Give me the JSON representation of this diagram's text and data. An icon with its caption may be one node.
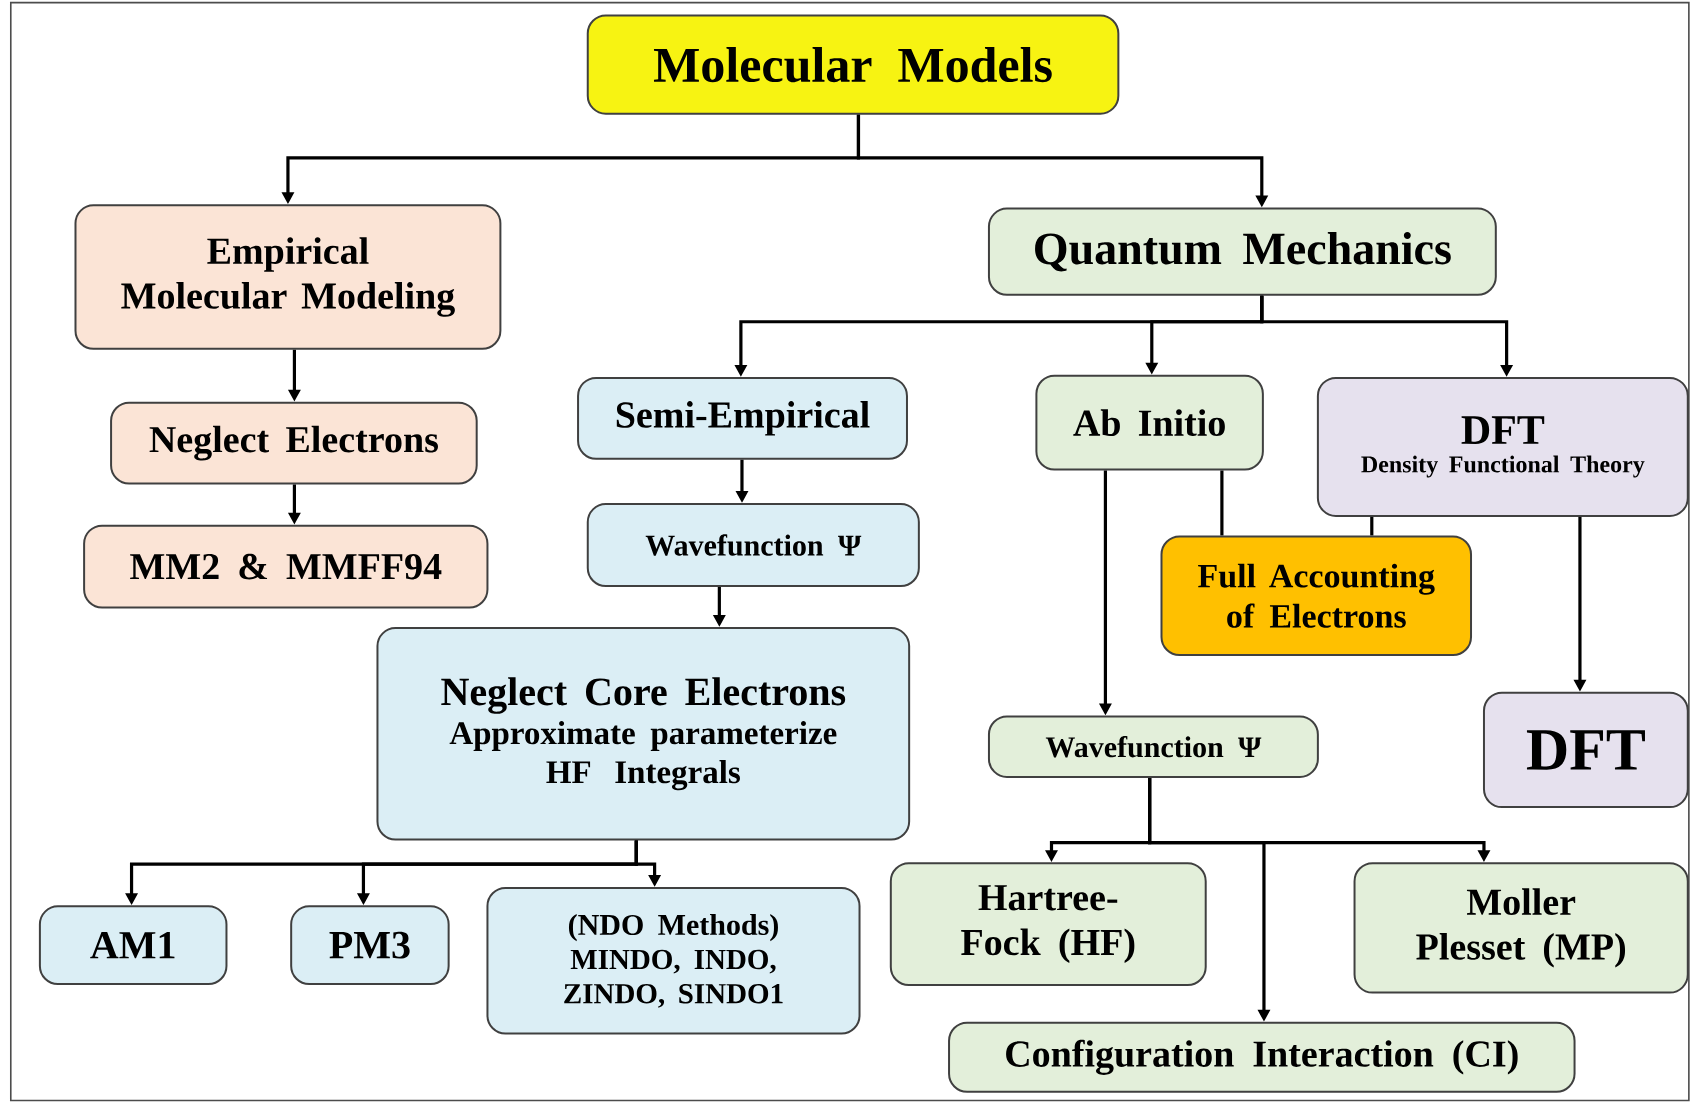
{
  "diagram": {
    "nodes": [
      {
        "text": [
          "Molecular Models"
        ]
      },
      {
        "text": [
          "Empirical Molecular Modeling"
        ]
      },
      {
        "text": [
          "Quantum Mechanics"
        ]
      },
      {
        "text": [
          "Neglect Electrons"
        ]
      },
      {
        "text": [
          "MM2 & MMFF94"
        ]
      },
      {
        "text": [
          "Semi-Empirical"
        ]
      },
      {
        "text": [
          "Ab Initio"
        ]
      },
      {
        "text": [
          "DFT",
          "Density Functional Theory"
        ]
      },
      {
        "text": [
          "Wavefunction Ψ"
        ]
      },
      {
        "text": [
          "Full Accounting of Electrons"
        ]
      },
      {
        "text": [
          "Neglect Core Electrons",
          "Approximate parameterize HF Integrals"
        ]
      },
      {
        "text": [
          "Wavefunction Ψ"
        ]
      },
      {
        "text": [
          "DFT"
        ]
      },
      {
        "text": [
          "AM1"
        ]
      },
      {
        "text": [
          "PM3"
        ]
      },
      {
        "text": [
          "(NDO Methods)",
          "MINDO, INDO, ZINDO, SINDO1"
        ]
      },
      {
        "text": [
          "Hartree-Fock (HF)"
        ]
      },
      {
        "text": [
          "Moller Plesset (MP)"
        ]
      },
      {
        "text": [
          "Configuration Interaction (CI)"
        ]
      }
    ],
    "edges": [
      {
        "from": 0,
        "to": 1,
        "arrow": "to"
      },
      {
        "from": 0,
        "to": 2,
        "arrow": "to"
      },
      {
        "from": 1,
        "to": 3,
        "arrow": "to"
      },
      {
        "from": 3,
        "to": 4,
        "arrow": "to"
      },
      {
        "from": 2,
        "to": 5,
        "arrow": "to"
      },
      {
        "from": 2,
        "to": 6,
        "arrow": "to"
      },
      {
        "from": 2,
        "to": 7,
        "arrow": "to"
      },
      {
        "from": 5,
        "to": 8,
        "arrow": "to"
      },
      {
        "from": 8,
        "to": 10,
        "arrow": "to"
      },
      {
        "from": 6,
        "to": 11,
        "arrow": "to"
      },
      {
        "from": 6,
        "to": 9,
        "arrow": "none"
      },
      {
        "from": 7,
        "to": 9,
        "arrow": "none"
      },
      {
        "from": 7,
        "to": 12,
        "arrow": "to"
      },
      {
        "from": 10,
        "to": 13,
        "arrow": "to"
      },
      {
        "from": 10,
        "to": 14,
        "arrow": "to"
      },
      {
        "from": 10,
        "to": 15,
        "arrow": "to"
      },
      {
        "from": 11,
        "to": 16,
        "arrow": "to"
      },
      {
        "from": 11,
        "to": 17,
        "arrow": "to"
      },
      {
        "from": 11,
        "to": 18,
        "arrow": "to"
      }
    ]
  }
}
